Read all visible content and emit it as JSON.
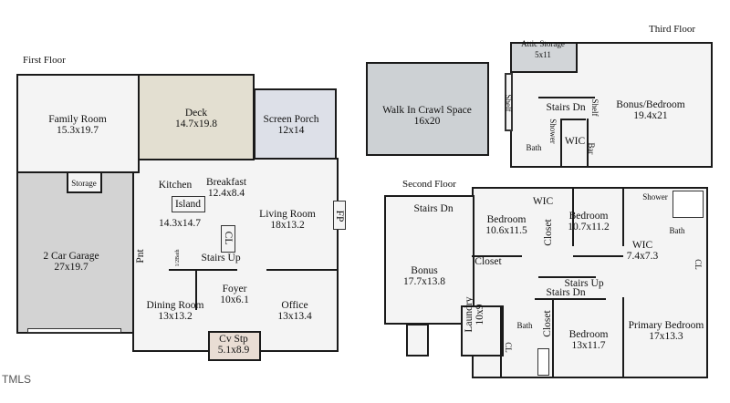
{
  "logo": "TMLS",
  "colors": {
    "deck": "#e3dfd1",
    "porch": "#dde0e8",
    "garage": "#d3d3d3",
    "crawl": "#cdd1d4",
    "attic": "#d2d5d8",
    "cvstp": "#e9ddd4"
  },
  "first_floor": {
    "title": "First Floor",
    "family_room": {
      "name": "Family Room",
      "dim": "15.3x19.7"
    },
    "deck": {
      "name": "Deck",
      "dim": "14.7x19.8"
    },
    "screen_porch": {
      "name": "Screen Porch",
      "dim": "12x14"
    },
    "storage": "Storage",
    "kitchen": {
      "name": "Kitchen",
      "dim": "14.3x14.7"
    },
    "island": "Island",
    "breakfast": {
      "name": "Breakfast",
      "dim": "12.4x8.4"
    },
    "living_room": {
      "name": "Living Room",
      "dim": "18x13.2"
    },
    "fp": "FP",
    "garage": {
      "name": "2 Car Garage",
      "dim": "27x19.7"
    },
    "pnt": "Pnt",
    "cl": "CL",
    "half_bath": "1/2Bath",
    "stairs_up": "Stairs Up",
    "foyer": {
      "name": "Foyer",
      "dim": "10x6.1"
    },
    "dining_room": {
      "name": "Dining Room",
      "dim": "13x13.2"
    },
    "office": {
      "name": "Office",
      "dim": "13x13.4"
    },
    "cv_stp": {
      "name": "Cv Stp",
      "dim": "5.1x8.9"
    }
  },
  "crawl_space": {
    "name": "Walk In Crawl Space",
    "dim": "16x20"
  },
  "third_floor": {
    "title": "Third Floor",
    "attic": {
      "name": "Attic Storage",
      "dim": "5x11"
    },
    "shelf": "Shelf",
    "stairs_dn": "Stairs Dn",
    "bonus_bedroom": {
      "name": "Bonus/Bedroom",
      "dim": "19.4x21"
    },
    "shower": "Shower",
    "wic": "WIC",
    "bath": "Bath",
    "bar": "Bar"
  },
  "second_floor": {
    "title": "Second Floor",
    "stairs_dn": "Stairs Dn",
    "bedroom1": {
      "name": "Bedroom",
      "dim": "10.6x11.5"
    },
    "wic": "WIC",
    "bedroom2": {
      "name": "Bedroom",
      "dim": "10.7x11.2"
    },
    "shower": "Shower",
    "bath": "Bath",
    "primary_wic": {
      "name": "WIC",
      "dim": "7.4x7.3"
    },
    "cl": "CL",
    "closet": "Closet",
    "bonus": {
      "name": "Bonus",
      "dim": "17.7x13.8"
    },
    "stairs_up": "Stairs Up",
    "laundry": {
      "name": "Laundry",
      "dim": "10x9"
    },
    "bedroom3": {
      "name": "Bedroom",
      "dim": "13x11.7"
    },
    "primary_bedroom": {
      "name": "Primary Bedroom",
      "dim": "17x13.3"
    }
  }
}
